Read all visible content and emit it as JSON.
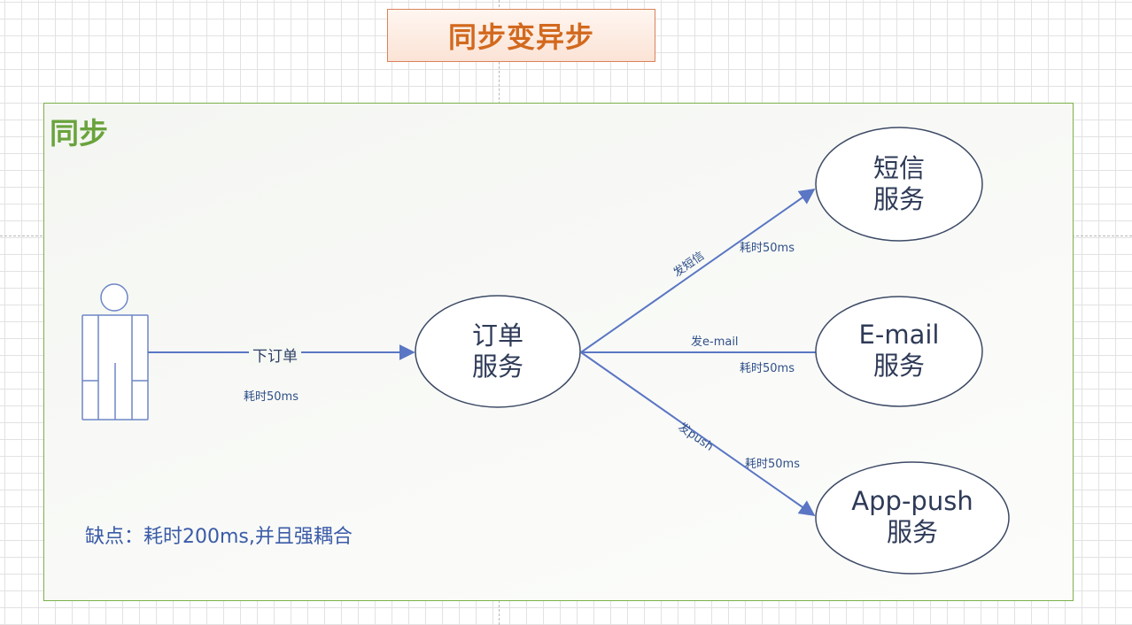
{
  "title": "同步变异步",
  "group": {
    "label": "同步"
  },
  "edge_order": {
    "label": "下订单",
    "time": "耗时50ms"
  },
  "nodes": {
    "order": {
      "line1": "订单",
      "line2": "服务"
    },
    "sms": {
      "line1": "短信",
      "line2": "服务"
    },
    "email": {
      "line1": "E-mail",
      "line2": "服务"
    },
    "push": {
      "line1": "App-push",
      "line2": "服务"
    }
  },
  "edges": {
    "sms": {
      "label": "发短信",
      "time": "耗时50ms"
    },
    "email": {
      "label": "发e-mail",
      "time": "耗时50ms"
    },
    "push": {
      "label": "发push",
      "time": "耗时50ms"
    }
  },
  "drawback": "缺点：耗时200ms,并且强耦合",
  "colors": {
    "edge": "#5a76c4",
    "node_stroke": "#3d4a66",
    "title": "#d2691e",
    "group_border": "#7bb04a"
  }
}
